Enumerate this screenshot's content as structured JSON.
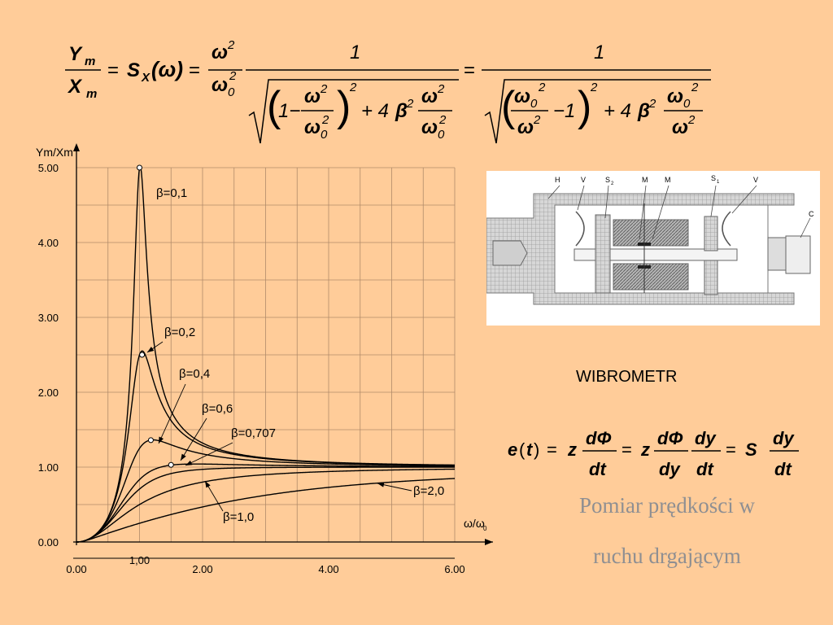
{
  "slide": {
    "background": "#FFCC99",
    "formula_top": {
      "lhs_num": "Y",
      "lhs_num_sub": "m",
      "lhs_den": "X",
      "lhs_den_sub": "m",
      "eq1": "=",
      "s": "S",
      "s_sub": "X",
      "omega_arg": "(ω)",
      "eq2": "=",
      "frac1_num": "ω",
      "frac1_num_sup": "2",
      "frac1_den": "ω",
      "frac1_den_sub": "0",
      "frac1_den_sup": "2",
      "one": "1",
      "r1_one_minus": "1−",
      "r1_in_num": "ω",
      "r1_in_num_sup": "2",
      "r1_in_den": "ω",
      "r1_in_den_sub": "0",
      "r1_in_den_sup": "2",
      "r1_sq": "2",
      "r1_plus": "+ 4",
      "beta": "β",
      "beta_sup": "2",
      "r1_t_num": "ω",
      "r1_t_num_sup": "2",
      "r1_t_den": "ω",
      "r1_t_den_sub": "0",
      "r1_t_den_sup": "2",
      "eq3": "=",
      "one2": "1",
      "r2_in_num": "ω",
      "r2_in_num_sub": "0",
      "r2_in_num_sup": "2",
      "r2_in_den": "ω",
      "r2_in_den_sup": "2",
      "r2_minus_one": "−1",
      "r2_sq": "2",
      "r2_plus": "+ 4",
      "r2_beta": "β",
      "r2_beta_sup": "2",
      "r2_t_num": "ω",
      "r2_t_num_sub": "0",
      "r2_t_num_sup": "2",
      "r2_t_den": "ω",
      "r2_t_den_sup": "2"
    },
    "formula_bottom": {
      "lhs": "e",
      "paren_open": "(",
      "t": "t",
      "paren_close": ")",
      "eq": "=",
      "z1": "z",
      "f1_num": "dΦ",
      "f1_den": "dt",
      "eq2": "=",
      "z2": "z",
      "f2_num": "dΦ",
      "f2_den": "dy",
      "f3_num": "dy",
      "f3_den": "dt",
      "eq3": "=",
      "s": "S",
      "f4_num": "dy",
      "f4_den": "dt"
    },
    "diagram": {
      "caption": "WIBROMETR",
      "labels": {
        "h": "H",
        "v1": "V",
        "s2": "S",
        "s2_sub": "2",
        "m1": "M",
        "m2": "M",
        "s1": "S",
        "s1_sub": "1",
        "v2": "V",
        "c": "C"
      }
    },
    "subtitle_line1": "Pomiar prędkości w",
    "subtitle_line2": "ruchu drgającym"
  },
  "chart_data": {
    "type": "line",
    "ylabel": "Ym/Xm",
    "xlabel": "ω/ω",
    "xlabel_sub": "0",
    "xlim": [
      0,
      6
    ],
    "ylim": [
      0,
      5
    ],
    "x_ticks": [
      "0.00",
      "2.00",
      "4.00",
      "6.00"
    ],
    "x_extra_tick": "1,00",
    "y_ticks": [
      "0.00",
      "1.00",
      "2.00",
      "3.00",
      "4.00",
      "5.00"
    ],
    "grid": true,
    "series": [
      {
        "name": "β=0,1",
        "beta": 0.1,
        "peak": [
          1.0,
          5.0
        ]
      },
      {
        "name": "β=0,2",
        "beta": 0.2,
        "peak": [
          1.04,
          2.5
        ]
      },
      {
        "name": "β=0,4",
        "beta": 0.4,
        "peak": [
          1.18,
          1.36
        ]
      },
      {
        "name": "β=0,6",
        "beta": 0.6,
        "peak": null
      },
      {
        "name": "β=0,707",
        "beta": 0.707,
        "peak": [
          1.5,
          1.03
        ]
      },
      {
        "name": "β=1,0",
        "beta": 1.0,
        "peak": null
      },
      {
        "name": "β=2,0",
        "beta": 2.0,
        "peak": null
      }
    ]
  }
}
